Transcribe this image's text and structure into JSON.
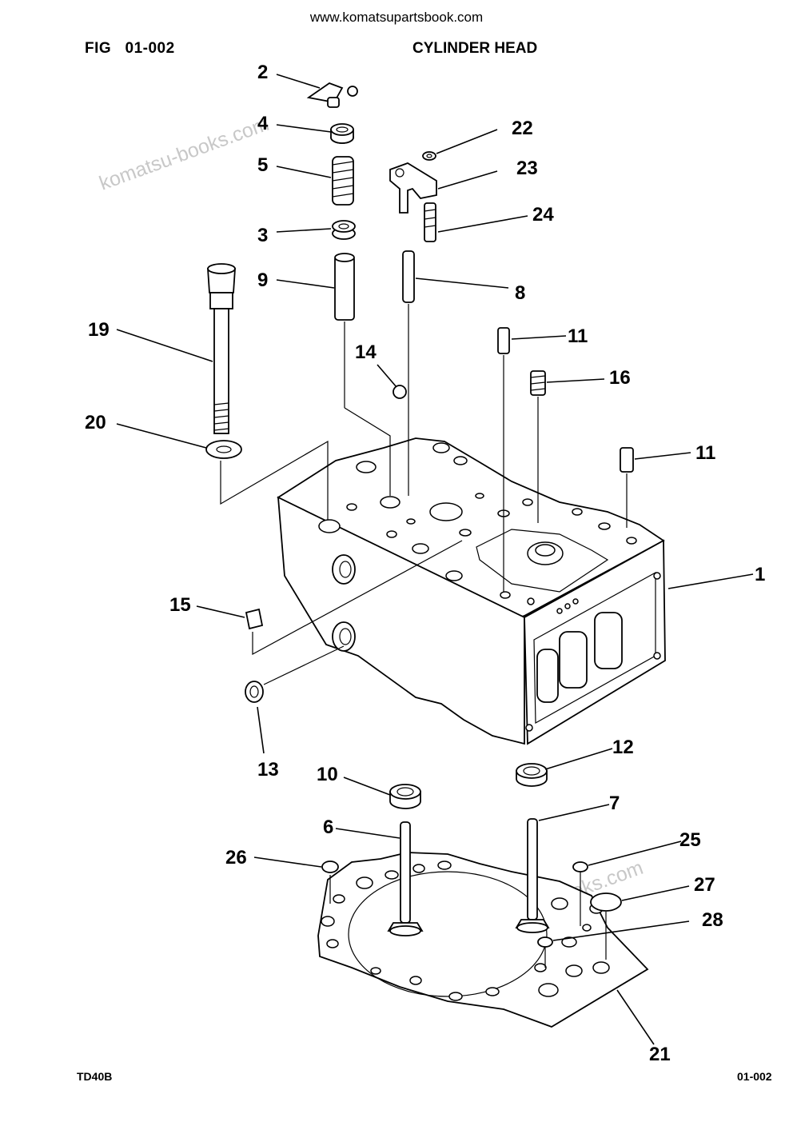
{
  "header": {
    "website": "www.komatsupartsbook.com",
    "figure_label": "FIG",
    "figure_number": "01-002",
    "title": "CYLINDER HEAD"
  },
  "footer": {
    "model": "TD40B",
    "page_code": "01-002"
  },
  "watermark": "komatsu-books.com",
  "callouts": [
    "1",
    "2",
    "3",
    "4",
    "5",
    "6",
    "7",
    "8",
    "9",
    "10",
    "11",
    "12",
    "13",
    "14",
    "15",
    "16",
    "19",
    "20",
    "21",
    "22",
    "23",
    "24",
    "25",
    "26",
    "27",
    "28"
  ]
}
